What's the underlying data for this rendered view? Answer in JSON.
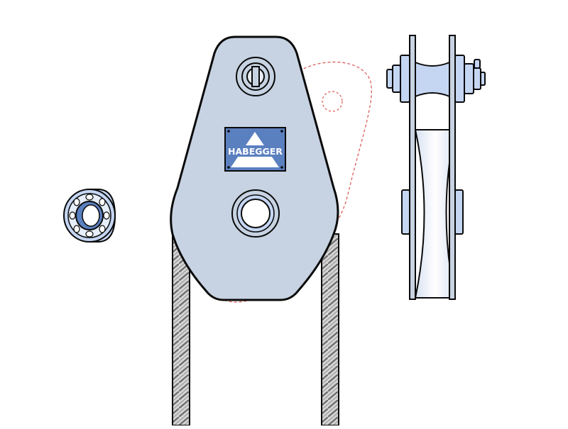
{
  "diagram": {
    "brand_plate": {
      "label": "HABEGGER"
    },
    "colors": {
      "steel": "#c7d3e2",
      "accent_blue": "#5b80c0",
      "light_blue": "#c5d6f3",
      "outline": "#0a0a0a",
      "phantom_line": "#d9534f",
      "rope_light": "#c8c8c8",
      "rope_dark": "#6b6b6b"
    },
    "parts": [
      {
        "id": "ball-bearing",
        "icon": "bearing-icon"
      },
      {
        "id": "pulley-block-front",
        "icon": "pulley-block-icon"
      },
      {
        "id": "pulley-block-side",
        "icon": "pulley-side-icon"
      },
      {
        "id": "wire-rope",
        "icon": "wire-rope-icon"
      },
      {
        "id": "swing-side-plate-outline",
        "icon": "dashed-outline-icon"
      }
    ]
  }
}
